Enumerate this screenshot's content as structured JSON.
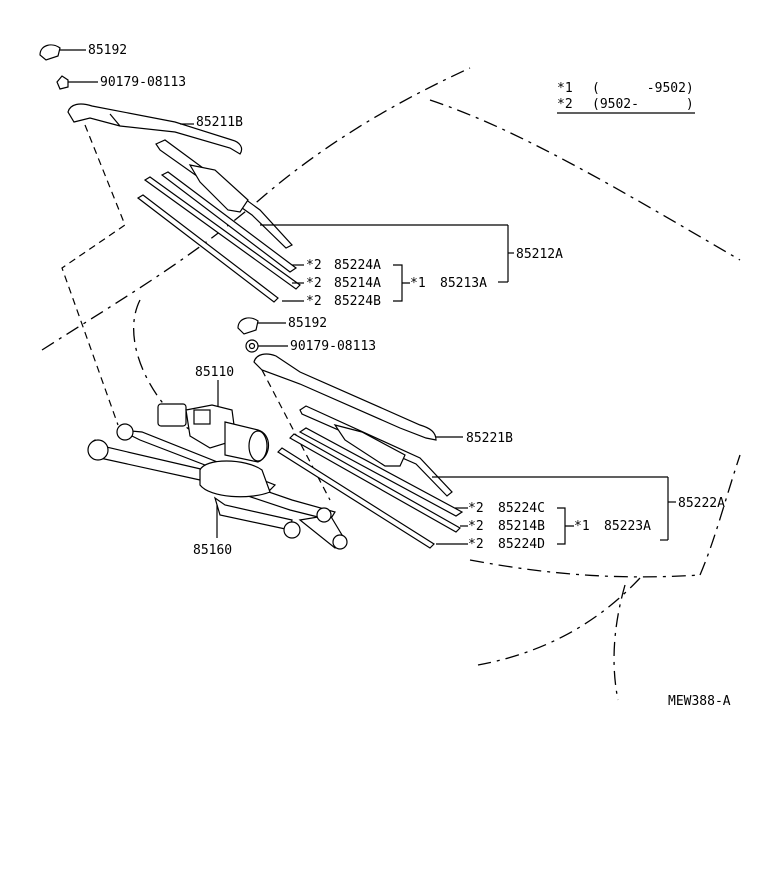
{
  "legend": {
    "row1_mark": "*1",
    "row1_range": "(      -9502)",
    "row2_mark": "*2",
    "row2_range": "(9502-      )"
  },
  "upper": {
    "cap_part": "85192",
    "nut_part": "90179-08113",
    "arm_part": "85211B",
    "assy_part": "85212A",
    "blade_group_mark": "*1",
    "blade_group_part": "85213A",
    "items": [
      {
        "mark": "*2",
        "part": "85224A"
      },
      {
        "mark": "*2",
        "part": "85214A"
      },
      {
        "mark": "*2",
        "part": "85224B"
      }
    ]
  },
  "middle": {
    "cap_part": "85192",
    "nut_part": "90179-08113",
    "motor_part": "85110",
    "linkage_part": "85160"
  },
  "lower": {
    "arm_part": "85221B",
    "assy_part": "85222A",
    "blade_group_mark": "*1",
    "blade_group_part": "85223A",
    "items": [
      {
        "mark": "*2",
        "part": "85224C"
      },
      {
        "mark": "*2",
        "part": "85214B"
      },
      {
        "mark": "*2",
        "part": "85224D"
      }
    ]
  },
  "diagram_code": "MEW388-A"
}
